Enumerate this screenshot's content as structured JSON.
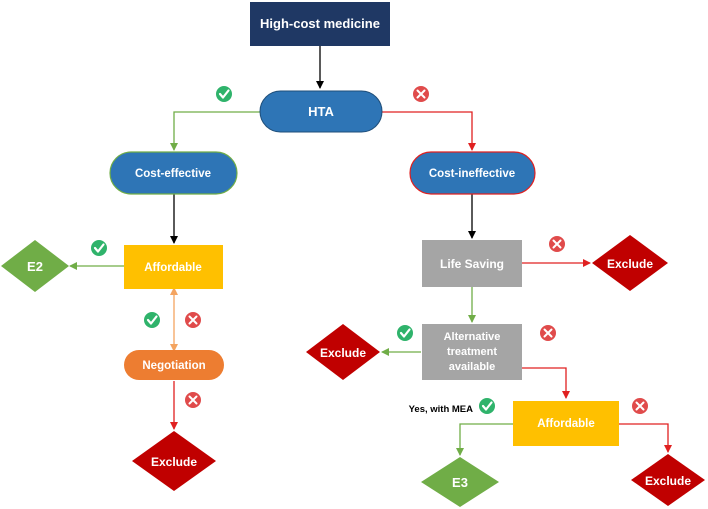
{
  "nodes": {
    "high_cost": "High-cost medicine",
    "hta": "HTA",
    "cost_effective": "Cost-effective",
    "cost_ineffective": "Cost-ineffective",
    "affordable_left": "Affordable",
    "e2": "E2",
    "negotiation": "Negotiation",
    "exclude_left": "Exclude",
    "life_saving": "Life Saving",
    "exclude_life": "Exclude",
    "alt_line1": "Alternative",
    "alt_line2": "treatment",
    "alt_line3": "available",
    "exclude_alt": "Exclude",
    "affordable_right": "Affordable",
    "e3": "E3",
    "exclude_right": "Exclude"
  },
  "labels": {
    "yes_with_mea": "Yes, with MEA"
  },
  "colors": {
    "navy": "#1f3864",
    "blue": "#2e75b6",
    "yellow": "#ffc000",
    "orange": "#ed7d31",
    "gray": "#a5a5a5",
    "green": "#70ad47",
    "red": "#c00000",
    "check": "#2fb36b",
    "cross": "#e04b4b"
  },
  "icons": [
    "check-icon",
    "cross-icon"
  ]
}
